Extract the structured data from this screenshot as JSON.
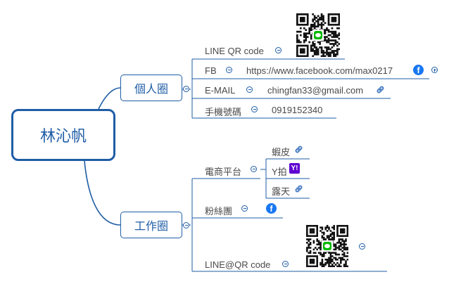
{
  "root": {
    "label": "林沁帆"
  },
  "branches": {
    "personal": {
      "label": "個人圈",
      "items": {
        "line_qr": {
          "label": "LINE QR code"
        },
        "fb": {
          "label": "FB",
          "value": "https://www.facebook.com/max0217"
        },
        "email": {
          "label": "E-MAIL",
          "value": "chingfan33@gmail.com"
        },
        "phone": {
          "label": "手機號碼",
          "value": "0919152340"
        }
      }
    },
    "work": {
      "label": "工作圈",
      "items": {
        "ecommerce": {
          "label": "電商平台",
          "children": [
            "蝦皮",
            "Y拍",
            "露天"
          ]
        },
        "fanpage": {
          "label": "粉絲團"
        },
        "line_at_qr": {
          "label": "LINE@QR code"
        }
      }
    }
  },
  "colors": {
    "primary": "#1f5da6",
    "facebook": "#1877f2",
    "yahoo": "#5f01d1",
    "line_green": "#00b900"
  },
  "icons": [
    "qr-code-icon",
    "facebook-icon",
    "link-icon",
    "yahoo-icon"
  ]
}
